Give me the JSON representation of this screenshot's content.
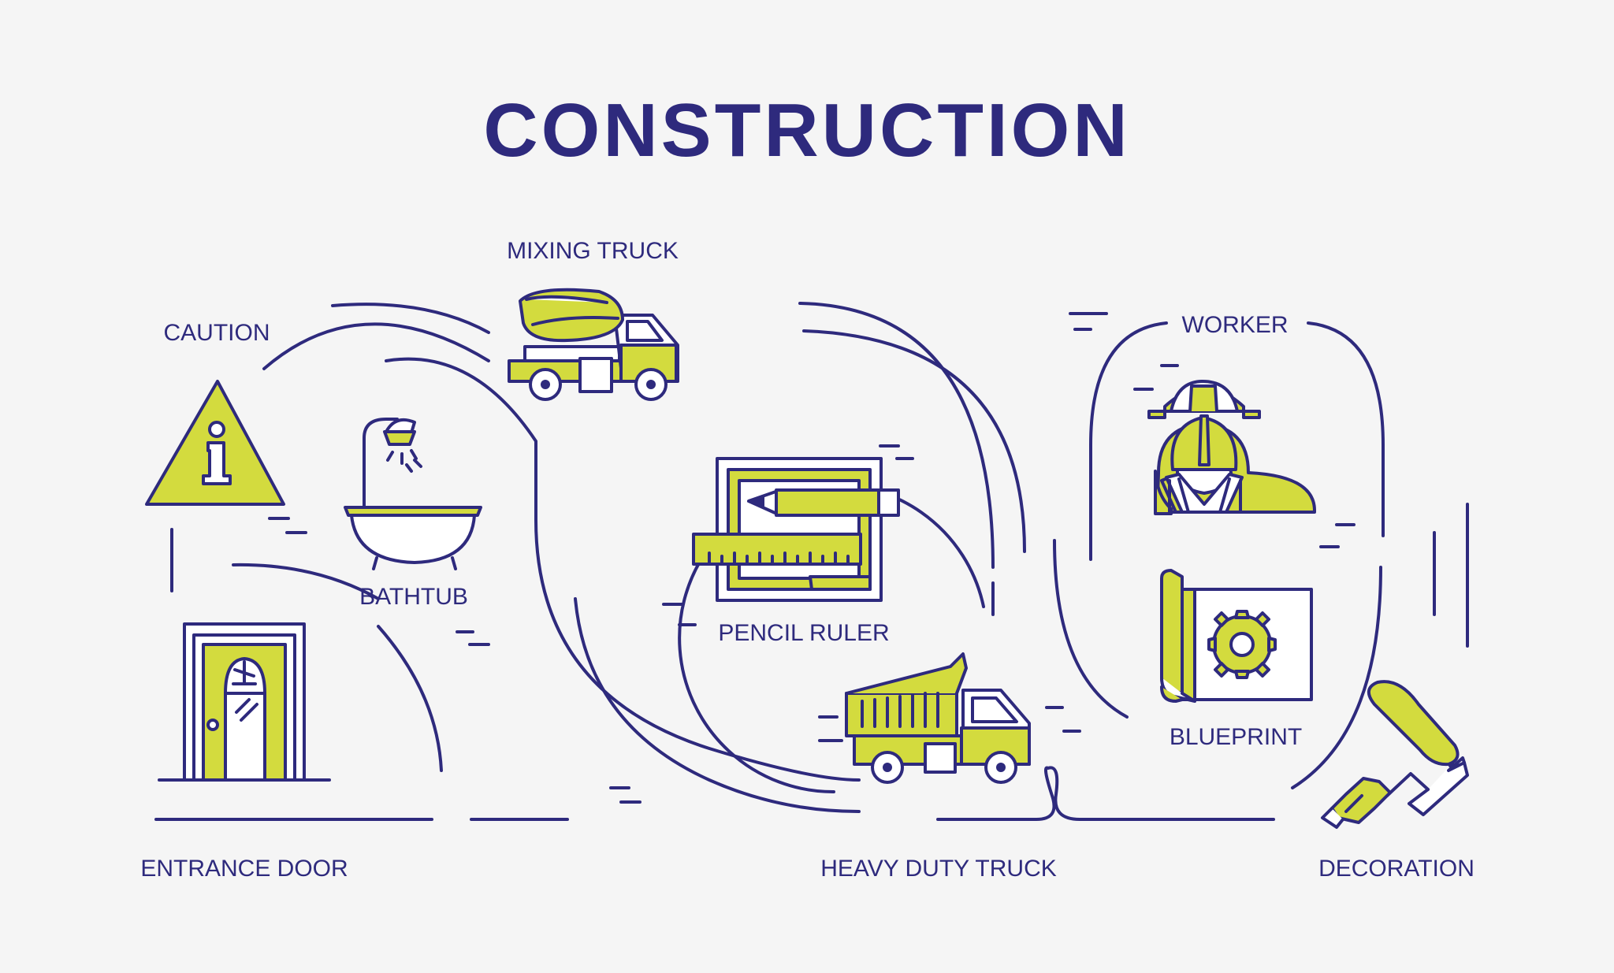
{
  "title": "CONSTRUCTION",
  "labels": {
    "mixing_truck": "MIXING TRUCK",
    "caution": "CAUTION",
    "worker": "WORKER",
    "bathtub": "BATHTUB",
    "pencil_ruler": "PENCIL RULER",
    "blueprint": "BLUEPRINT",
    "entrance_door": "ENTRANCE DOOR",
    "heavy_duty_truck": "HEAVY DUTY TRUCK",
    "decoration": "DECORATION"
  },
  "icons": [
    "mixing-truck-icon",
    "caution-icon",
    "bathtub-icon",
    "entrance-door-icon",
    "pencil-ruler-icon",
    "dump-truck-icon",
    "worker-icon",
    "blueprint-icon",
    "paint-roller-icon"
  ],
  "colors": {
    "navy": "#2e2a7d",
    "lime": "#d3db3e",
    "background": "#f5f5f5"
  }
}
